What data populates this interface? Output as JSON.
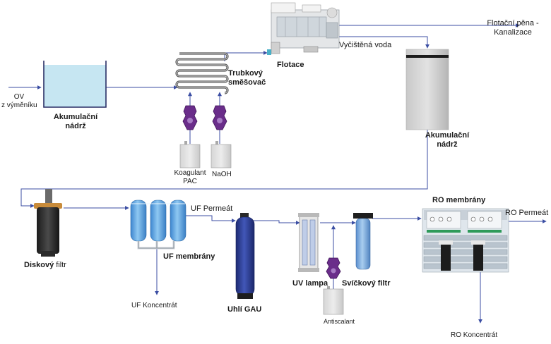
{
  "source": {
    "line1": "OV",
    "line2": "z výměníku"
  },
  "tank1": {
    "line1": "Akumulační",
    "line2": "nádrž"
  },
  "mixer": {
    "line1": "Trubkový",
    "line2": "směšovač"
  },
  "dosing1": {
    "line1": "Koagulant",
    "line2": "PAC"
  },
  "dosing2": {
    "label": "NaOH"
  },
  "flotation": {
    "label": "Flotace"
  },
  "foam": {
    "line1": "Flotační pěna -",
    "line2": "Kanalizace"
  },
  "clean_water": {
    "label": "Vyčištěná voda"
  },
  "tank2": {
    "line1": "Akumulační",
    "line2": "nádrž"
  },
  "disc_filter": {
    "word1": "Diskový",
    "word2": "filtr"
  },
  "uf": {
    "label": "UF membrány",
    "permeate": "UF Permeát",
    "concentrate": "UF Koncentrát"
  },
  "gac": {
    "label": "Uhlí GAU"
  },
  "uv": {
    "label": "UV lampa"
  },
  "antiscalant": {
    "label": "Antiscalant"
  },
  "cartridge": {
    "label": "Svíčkový filtr"
  },
  "ro": {
    "label": "RO membrány",
    "permeate": "RO Permeát",
    "concentrate": "RO Koncentrát"
  },
  "colors": {
    "line": "#3b4ea3",
    "pump": "#6a2d8a",
    "tank_fill": "#c6e6f2",
    "gray_tank": "#c4c4c4",
    "gac": "#2a3c8e",
    "uf": "#5aa0dc"
  }
}
